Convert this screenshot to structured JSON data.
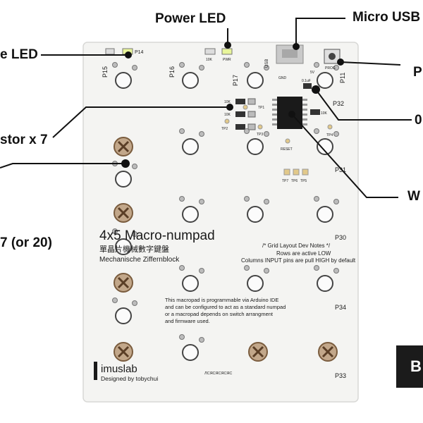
{
  "callouts": {
    "power_led": "Power LED",
    "micro_usb": "Micro USB",
    "left_led": "e LED",
    "resistor": "stor x 7",
    "right_p": "P",
    "right_zero": "0",
    "right_w": "W",
    "count": "7 (or 20)",
    "corner": "B"
  },
  "board": {
    "title": "4x5 Macro-numpad",
    "subtitle_cn": "單晶片機械數字鍵盤",
    "subtitle_de": "Mechanische Ziffernblock",
    "notes_header": "/* Grid Layout Dev Notes */",
    "notes_line1": "Rows are active LOW",
    "notes_line2": "Columns INPUT pins are pull HIGH by default",
    "desc_line1": "This macropad is programmable via Arduino IDE",
    "desc_line2": "and can be configured to act as a standard numpad",
    "desc_line3": "or a macropad depends on switch arrangment",
    "desc_line4": "and firmware used.",
    "brand": "imuslab",
    "designer": "Designed by tobychui",
    "pins": {
      "p14": "P14",
      "p15": "P15",
      "p16": "P16",
      "p17": "P17",
      "p11": "P11",
      "p32": "P32",
      "p31": "P31",
      "p30": "P30",
      "p34": "P34",
      "p33": "P33"
    },
    "small": {
      "usb": "USB",
      "gnd": "GND",
      "v5": "5V",
      "prog": "PROG",
      "pwr": "PWR",
      "r10k_a": "10K",
      "r10k_b": "10K",
      "r10k_c": "10K",
      "r10k_d": "10K",
      "tp1": "TP1",
      "tp2": "TP2",
      "tp3": "TP3",
      "tp4": "TP4",
      "tp5": "TP5",
      "tp6": "TP6",
      "tp7": "TP7",
      "reset": "RESET",
      "cap": "0.1uF",
      "caps_row": "ЛСЯСЯСЯСЯС"
    }
  },
  "colors": {
    "pcb": "#f4f4f2",
    "background": "#ffffff",
    "silk": "#1a1a1a",
    "pad": "#b8b8b8",
    "screw": "#8a6a4a",
    "led": "#e8f59a",
    "callout_line": "#111111"
  }
}
